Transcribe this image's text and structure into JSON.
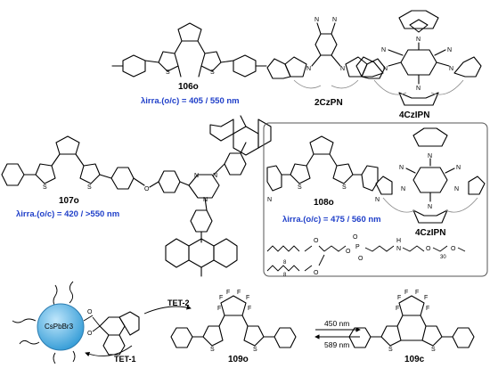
{
  "compounds": {
    "c106o": "106o",
    "c2czpn": "2CzPN",
    "c4czipn_top": "4CzIPN",
    "c107o": "107o",
    "c108o": "108o",
    "c4czipn_box": "4CzIPN",
    "c109o": "109o",
    "c109c": "109c"
  },
  "wavelengths": {
    "w106o": "λirra.(o/c) = 405 / 550 nm",
    "w107o": "λirra.(o/c) = 420 / >550 nm",
    "w108o": "λirra.(o/c) = 475 / 560 nm"
  },
  "arrows": {
    "tet2": "TET-2",
    "tet1": "TET-1",
    "forward": "450 nm",
    "backward": "589 nm"
  },
  "nanocrystal": "CsPbBr3",
  "ligand_subscripts": {
    "a": "8",
    "b": "8",
    "c": "30"
  },
  "colors": {
    "wavelength_text": "#1f3fc9",
    "nanocrystal": "#5ab4e6"
  }
}
